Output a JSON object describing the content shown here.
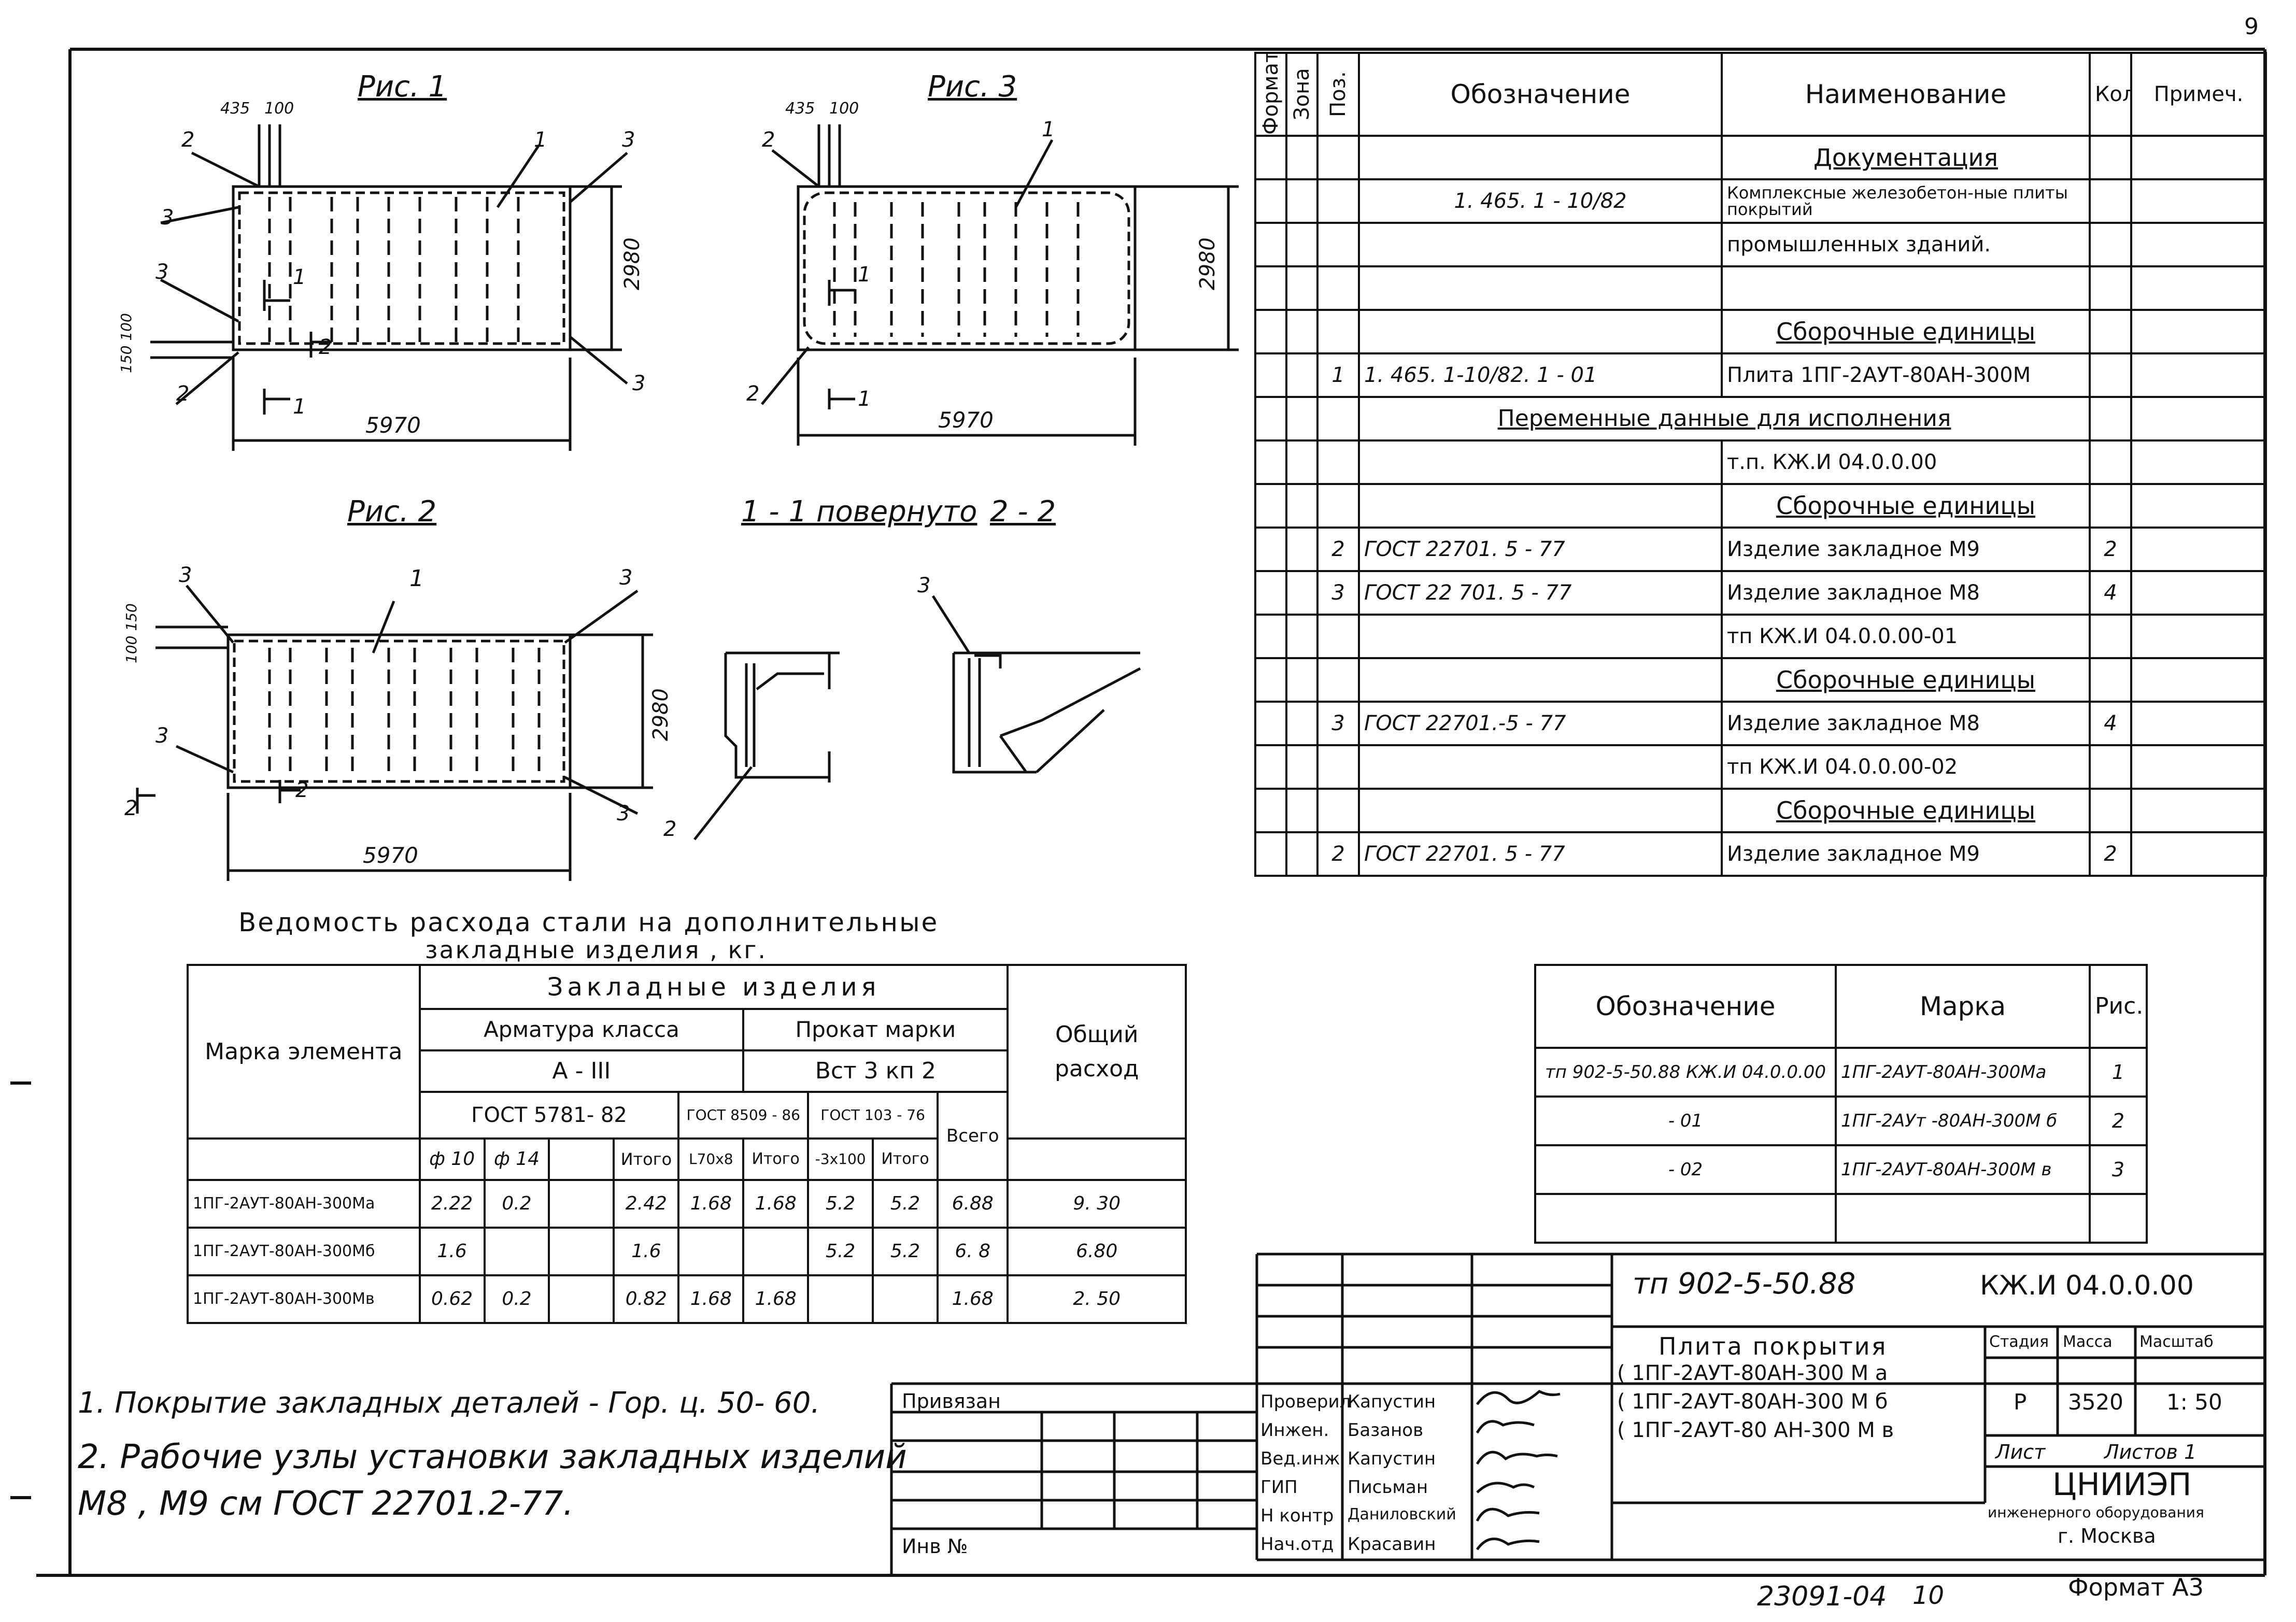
{
  "sheet": {
    "page_number": "9",
    "archive_number": "23091-04",
    "archive_page": "10",
    "format": "Формат А3"
  },
  "figures": {
    "fig1": "Рис. 1",
    "fig2": "Рис. 2",
    "fig3": "Рис. 3",
    "section11": "1 - 1 повернуто",
    "section22": "2 - 2",
    "dim_435": "435",
    "dim_100": "100",
    "dim_width": "5970",
    "dim_height": "2980",
    "dim_150_100": "150 100",
    "dim_100_150": "100 150",
    "pos1": "1",
    "pos2": "2",
    "pos3": "3",
    "cut1": "1",
    "cut2": "2"
  },
  "spec": {
    "headers": [
      "Формат",
      "Зона",
      "Поз.",
      "Обозначение",
      "Наименование",
      "Кол.",
      "Примеч."
    ],
    "rows": [
      {
        "type": "section",
        "text": "Документация"
      },
      {
        "pos": "",
        "oboz": "1. 465. 1 - 10/82",
        "name": "Комплексные железобетон-ные плиты покрытий",
        "kol": ""
      },
      {
        "pos": "",
        "oboz": "",
        "name": "промышленных зданий.",
        "kol": ""
      },
      {
        "pos": "",
        "oboz": "",
        "name": "",
        "kol": ""
      },
      {
        "type": "section",
        "text": "Сборочные единицы"
      },
      {
        "pos": "1",
        "oboz": "1. 465. 1-10/82. 1 - 01",
        "name": "Плита 1ПГ-2АУТ-80АН-300М",
        "kol": ""
      },
      {
        "type": "wide",
        "text": "Переменные данные для исполнения"
      },
      {
        "pos": "",
        "oboz": "",
        "name": "т.п.          КЖ.И 04.0.0.00",
        "kol": ""
      },
      {
        "type": "section",
        "text": "Сборочные единицы"
      },
      {
        "pos": "2",
        "oboz": "ГОСТ 22701. 5 - 77",
        "name": "Изделие закладное М9",
        "kol": "2"
      },
      {
        "pos": "3",
        "oboz": "ГОСТ 22 701. 5 - 77",
        "name": "Изделие закладное М8",
        "kol": "4"
      },
      {
        "pos": "",
        "oboz": "",
        "name": "тп          КЖ.И 04.0.0.00-01",
        "kol": ""
      },
      {
        "type": "section",
        "text": "Сборочные единицы"
      },
      {
        "pos": "3",
        "oboz": "ГОСТ 22701.-5 - 77",
        "name": "Изделие закладное М8",
        "kol": "4"
      },
      {
        "pos": "",
        "oboz": "",
        "name": "тп          КЖ.И 04.0.0.00-02",
        "kol": ""
      },
      {
        "type": "section",
        "text": "Сборочные единицы"
      },
      {
        "pos": "2",
        "oboz": "ГОСТ 22701. 5 - 77",
        "name": "Изделие закладное М9",
        "kol": "2"
      }
    ]
  },
  "steel": {
    "title1": "Ведомость расхода стали на дополнительные",
    "title2": "закладные изделия , кг.",
    "h_mark": "Марка элемента",
    "h_zakl": "Закладные изделия",
    "h_arm": "Арматура класса",
    "h_prokat": "Прокат марки",
    "h_a3": "А - III",
    "h_vst": "Вст 3 кп 2",
    "h_gost5781": "ГОСТ 5781- 82",
    "h_gost8509": "ГОСТ 8509 - 86",
    "h_gost103": "ГОСТ 103 - 76",
    "h_vsego": "Всего",
    "h_total": "Общий расход",
    "cols": [
      "ф 10",
      "ф 14",
      "",
      "Итого",
      "L70х8",
      "Итого",
      "-3х100",
      "Итого"
    ],
    "rows": [
      [
        "1ПГ-2АУТ-80АН-300Ма",
        "2.22",
        "0.2",
        "",
        "2.42",
        "1.68",
        "1.68",
        "5.2",
        "5.2",
        "6.88",
        "9. 30"
      ],
      [
        "1ПГ-2АУТ-80АН-300Мб",
        "1.6",
        "",
        "",
        "1.6",
        "",
        "",
        "5.2",
        "5.2",
        "6. 8",
        "6.80"
      ],
      [
        "1ПГ-2АУТ-80АН-300Мв",
        "0.62",
        "0.2",
        "",
        "0.82",
        "1.68",
        "1.68",
        "",
        "",
        "1.68",
        "2. 50"
      ]
    ]
  },
  "marks": {
    "headers": [
      "Обозначение",
      "Марка",
      "Рис."
    ],
    "rows": [
      [
        "тп 902-5-50.88 КЖ.И 04.0.0.00",
        "1ПГ-2АУТ-80АН-300Ма",
        "1"
      ],
      [
        "- 01",
        "1ПГ-2АУт -80АН-300М б",
        "2"
      ],
      [
        "- 02",
        "1ПГ-2АУТ-80АН-300М в",
        "3"
      ],
      [
        "",
        "",
        ""
      ]
    ]
  },
  "notes": [
    "1. Покрытие закладных деталей - Гор. ц. 50- 60.",
    "2. Рабочие узлы установки закладных изделий",
    "М8 , М9 см ГОСТ 22701.2-77."
  ],
  "stamp": {
    "privyazan": "Привязан",
    "inv": "Инв №",
    "project": "тп 902-5-50.88",
    "code": "КЖ.И 04.0.0.00",
    "title_lines": [
      "Плита покрытия",
      "( 1ПГ-2АУТ-80АН-300 М а",
      "( 1ПГ-2АУТ-80АН-300 М б",
      "( 1ПГ-2АУТ-80 АН-300 М в"
    ],
    "h_stage": "Стадия",
    "h_mass": "Масса",
    "h_scale": "Масштаб",
    "stage": "Р",
    "mass": "3520",
    "scale": "1: 50",
    "sheet": "Лист",
    "sheets": "Листов 1",
    "org": "ЦНИИЭП",
    "org2": "инженерного оборудования",
    "org3": "г. Москва",
    "signers": [
      [
        "Проверил",
        "Капустин"
      ],
      [
        "Инжен.",
        "Базанов"
      ],
      [
        "Вед.инж",
        "Капустин"
      ],
      [
        "ГИП",
        "Письман"
      ],
      [
        "Н контр",
        "Даниловский"
      ],
      [
        "Нач.отд",
        "Красавин"
      ]
    ]
  }
}
